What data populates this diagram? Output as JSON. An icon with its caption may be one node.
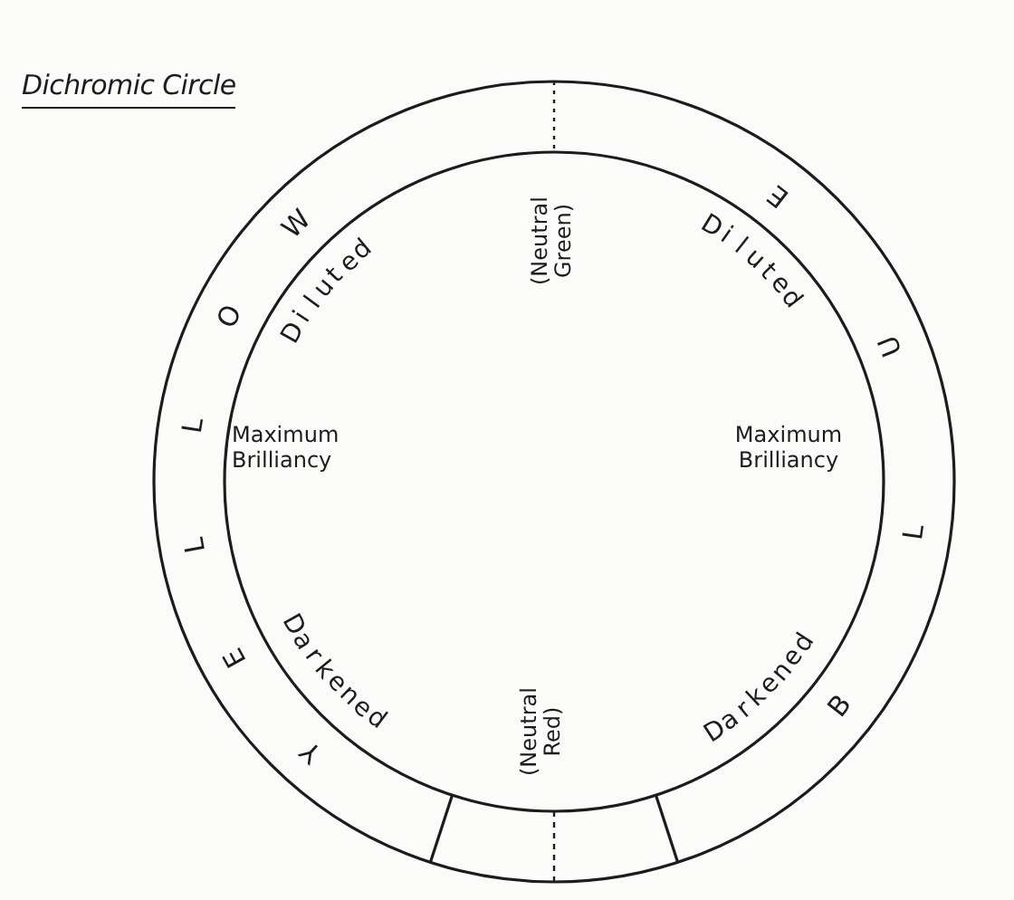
{
  "diagram": {
    "title": "Dichromic Circle",
    "labels": [
      "Y",
      "E",
      "L",
      "L",
      "O",
      "W",
      "B",
      "L",
      "U",
      "E",
      "Diluted",
      "(Neutral Green)",
      "Diluted",
      "Maximum Brilliancy",
      "Maximum Brilliancy",
      "Darkened",
      "(Neutral Red)",
      "Darkened"
    ]
  }
}
